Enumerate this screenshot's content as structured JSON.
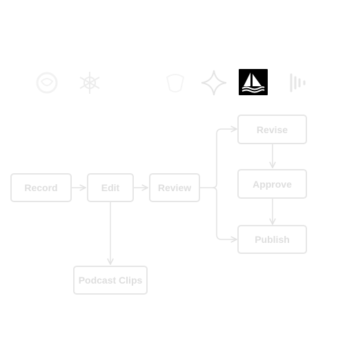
{
  "toolbar": {
    "icons": [
      {
        "name": "logo-1",
        "active": false
      },
      {
        "name": "logo-2",
        "active": false
      },
      {
        "name": "logo-3",
        "active": false
      },
      {
        "name": "sparkle",
        "active": false
      },
      {
        "name": "sailboat",
        "active": true
      },
      {
        "name": "sound-wave",
        "active": false
      }
    ]
  },
  "diagram": {
    "nodes": {
      "record": "Record",
      "edit": "Edit",
      "review": "Review",
      "revise": "Revise",
      "approve": "Approve",
      "publish": "Publish",
      "podcast_clips": "Podcast Clips"
    },
    "edges": [
      [
        "Record",
        "Edit"
      ],
      [
        "Edit",
        "Review"
      ],
      [
        "Review",
        "Revise"
      ],
      [
        "Review",
        "Publish"
      ],
      [
        "Revise",
        "Approve"
      ],
      [
        "Approve",
        "Publish"
      ],
      [
        "Edit",
        "Podcast Clips"
      ]
    ],
    "colors": {
      "node_border": "#e6e6e6",
      "node_text": "#dedede",
      "edge": "#e2e2e2",
      "active_icon_bg": "#000000"
    }
  }
}
